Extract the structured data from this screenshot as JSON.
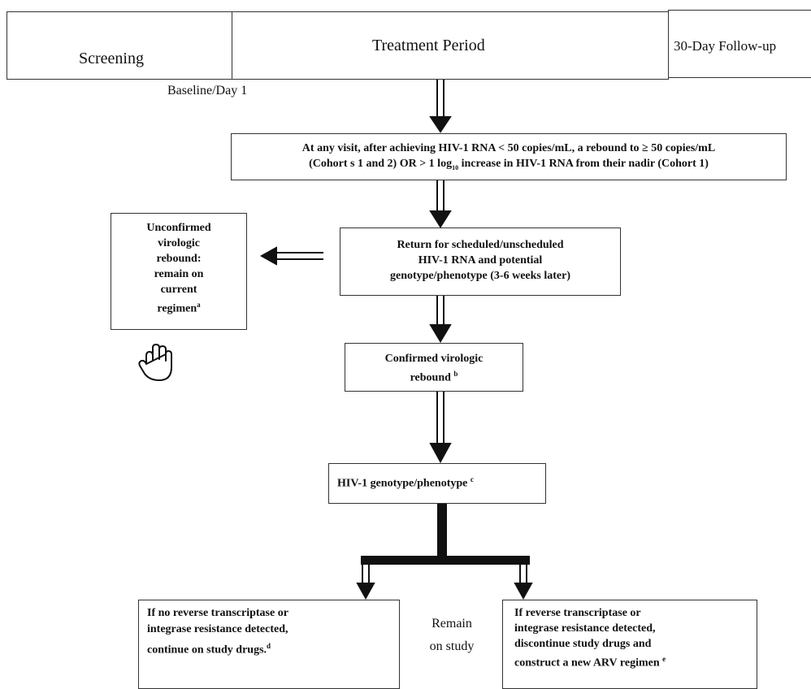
{
  "header": {
    "screening": "Screening",
    "treatment_period": "Treatment Period",
    "follow_up": "30-Day Follow-up"
  },
  "baseline_label": "Baseline/Day 1",
  "rebound_box": {
    "line1": "At any visit, after achieving HIV-1 RNA < 50 copies/mL, a rebound to ≥ 50 copies/mL",
    "line2_pre": "(Cohort s 1 and 2) OR > 1 log",
    "line2_sub": "10",
    "line2_post": " increase in HIV-1 RNA from their nadir (Cohort 1)"
  },
  "unconfirmed_box": {
    "lines": [
      "Unconfirmed",
      "virologic",
      "rebound:",
      "remain on",
      "current",
      "regimen"
    ],
    "footnote": "a"
  },
  "return_box": {
    "lines": [
      "Return for scheduled/unscheduled",
      "HIV-1 RNA and potential",
      "genotype/phenotype (3-6 weeks later)"
    ]
  },
  "confirmed_box": {
    "line1": "Confirmed virologic",
    "line2": "rebound",
    "footnote": "b"
  },
  "genotype_box": {
    "text": "HIV-1 genotype/phenotype",
    "footnote": "c"
  },
  "remain_label": {
    "line1": "Remain",
    "line2": "on study"
  },
  "no_resistance_box": {
    "line1": "If no reverse transcriptase or",
    "line2": "integrase resistance detected,",
    "line3": "continue on study drugs.",
    "footnote": "d"
  },
  "resistance_box": {
    "line1": "If reverse transcriptase or",
    "line2": "integrase resistance detected,",
    "line3": "discontinue study drugs and",
    "line4": "construct a new ARV regimen",
    "footnote": "e"
  },
  "icons": {
    "stop_hand": "hand-stop-icon"
  }
}
